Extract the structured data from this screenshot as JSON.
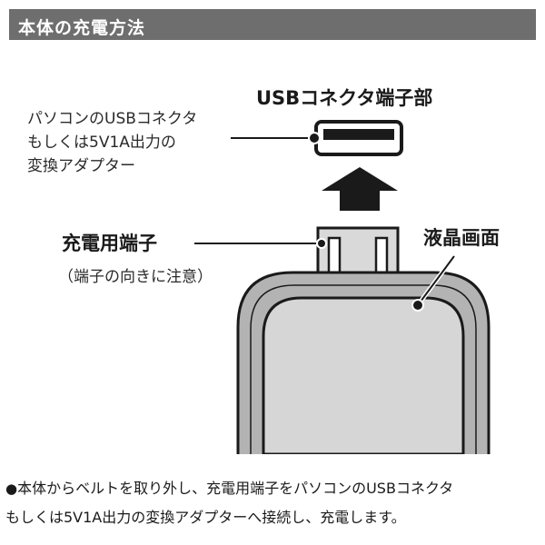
{
  "header": {
    "title": "本体の充電方法",
    "bar_color": "#6e6e6e"
  },
  "diagram": {
    "usb_connector_label": "USBコネクタ端子部",
    "pc_adapter_lines": [
      "パソコンのUSBコネクタ",
      "もしくは5V1A出力の",
      "変換アダプター"
    ],
    "charging_terminal_label": "充電用端子",
    "charging_terminal_note": "（端子の向きに注意）",
    "lcd_label": "液晶画面",
    "icons": [
      "up-arrow-icon",
      "usb-connector-icon",
      "charging-terminal-icon",
      "device-body-icon"
    ]
  },
  "instructions": {
    "bullet": "●",
    "line1": "本体からベルトを取り外し、充電用端子をパソコンのUSBコネクタ",
    "line2": "もしくは5V1A出力の変換アダプターへ接続し、充電します。"
  }
}
